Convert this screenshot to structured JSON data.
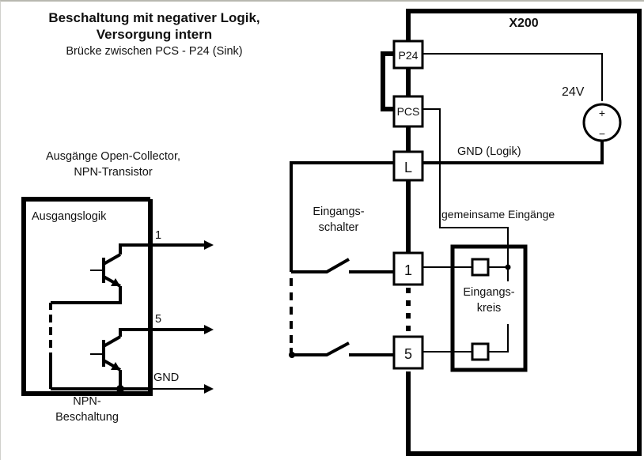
{
  "title": {
    "line1": "Beschaltung mit negativer Logik,",
    "line2": "Versorgung intern",
    "line3": "Brücke zwischen PCS - P24 (Sink)"
  },
  "left": {
    "heading_line1": "Ausgänge Open-Collector,",
    "heading_line2": "NPN-Transistor",
    "box_label": "Ausgangslogik",
    "output1_label": "1",
    "output5_label": "5",
    "gnd_label": "GND",
    "npn_line1": "NPN-",
    "npn_line2": "Beschaltung"
  },
  "right": {
    "module_label": "X200",
    "terminals": {
      "p24": "P24",
      "pcs": "PCS",
      "l": "L",
      "in1": "1",
      "in5": "5"
    },
    "source_label": "24V",
    "source_plus": "+",
    "source_minus": "−",
    "gnd_logik": "GND (Logik)",
    "gemeinsame": "gemeinsame Eingänge",
    "switch_line1": "Eingangs-",
    "switch_line2": "schalter",
    "kreis_line1": "Eingangs-",
    "kreis_line2": "kreis"
  }
}
